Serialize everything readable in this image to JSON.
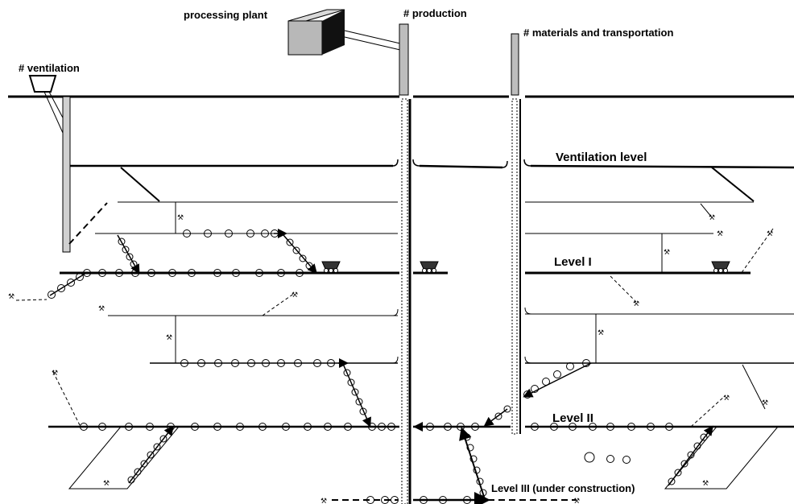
{
  "labels": {
    "processing_plant": "processing plant",
    "production": "# production",
    "materials": "# materials and transportation",
    "ventilation": "# ventilation",
    "ventilation_level": "Ventilation level",
    "level_1": "Level I",
    "level_2": "Level II",
    "level_3": "Level III (under construction)"
  },
  "icons": {
    "pick": "⚒",
    "mine_cart": "mine-cart-icon",
    "ventilation_fan": "ventilation-fan-icon",
    "processing_plant": "cube-building-icon"
  },
  "colors": {
    "line": "#000000",
    "shaft_fill": "#bdbdbd",
    "plant_front": "#b8b8b8",
    "plant_side": "#111111"
  }
}
